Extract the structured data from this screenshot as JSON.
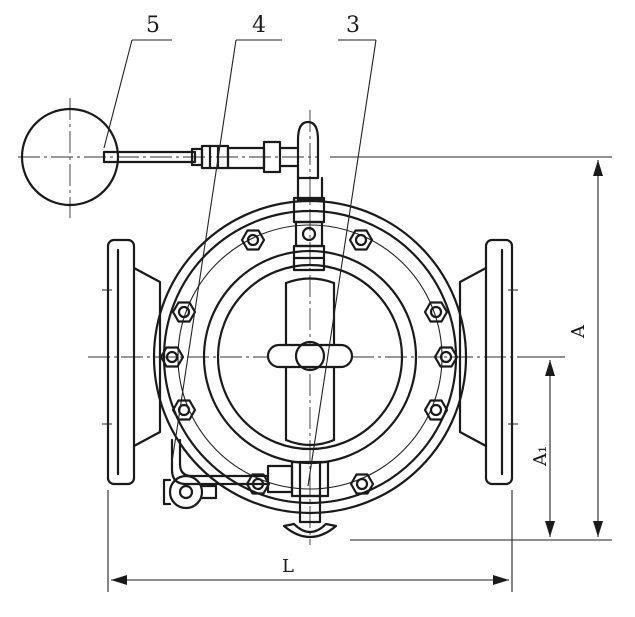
{
  "callouts": {
    "item5": "5",
    "item4": "4",
    "item3": "3"
  },
  "dimensions": {
    "height_total": "A",
    "height_lower": "A₁",
    "length": "L"
  },
  "colors": {
    "ink": "#1a1a1a",
    "paper": "#ffffff"
  }
}
